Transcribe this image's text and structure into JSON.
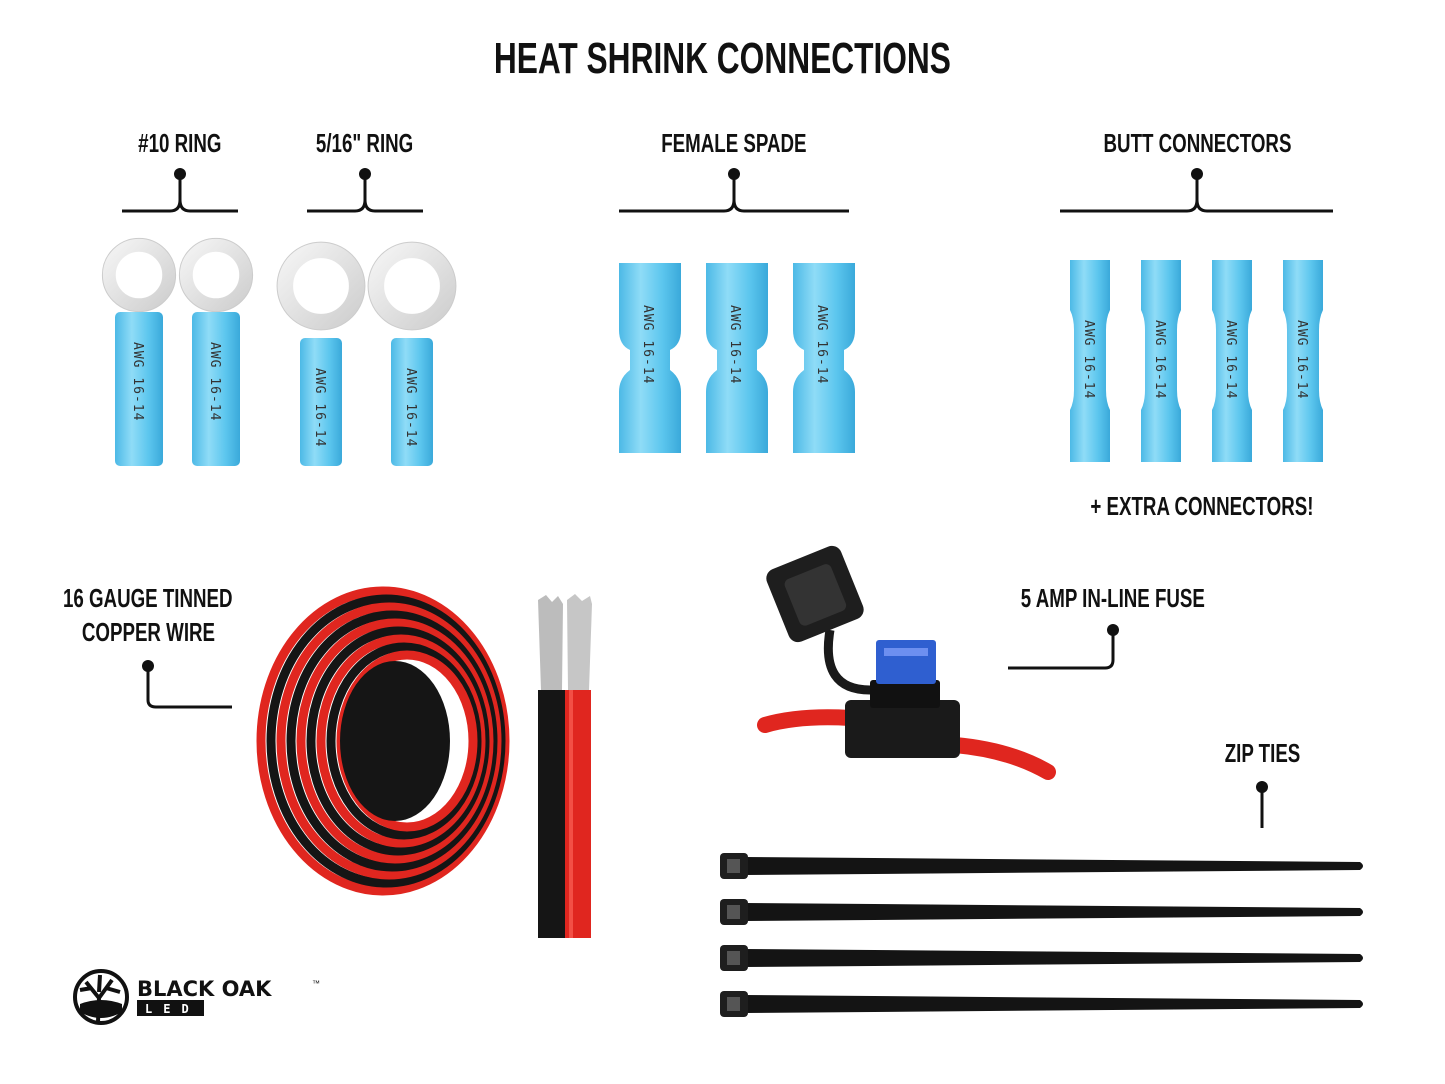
{
  "title": "HEAT SHRINK CONNECTIONS",
  "sections": {
    "ring10": "#10 RING",
    "ring516": "5/16\" RING",
    "female_spade": "FEMALE SPADE",
    "butt": "BUTT CONNECTORS",
    "extra": "+ EXTRA CONNECTORS!",
    "wire_line1": "16 GAUGE TINNED",
    "wire_line2": "COPPER WIRE",
    "fuse": "5 AMP IN-LINE FUSE",
    "zip": "ZIP TIES"
  },
  "connector_marking": "AWG 16-14",
  "logo": {
    "brand": "BLACK OAK",
    "sub": "LED",
    "tm": "™"
  },
  "colors": {
    "connector_blue": "#5bc8ef",
    "wire_red": "#e0261f",
    "wire_black": "#151515",
    "fuse_blue": "#2f5fd0",
    "ink": "#111111"
  }
}
